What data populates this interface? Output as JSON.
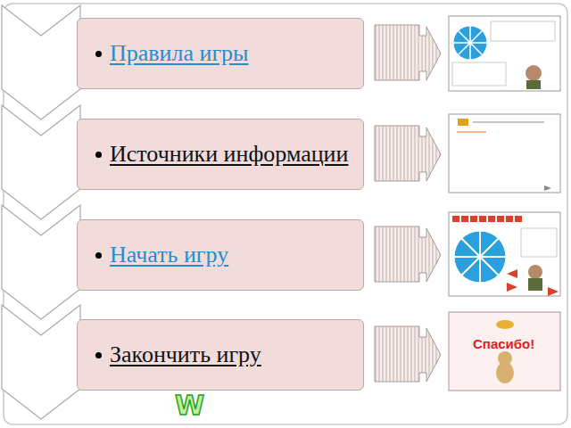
{
  "diagram": {
    "nodes": [
      {
        "text": [
          "Правила игры"
        ]
      },
      {
        "text": [
          "Источники информации"
        ]
      },
      {
        "text": [
          "Начать игру"
        ]
      },
      {
        "text": [
          "Закончить игру"
        ]
      }
    ],
    "labels": [
      "Спасибо!",
      "W"
    ]
  }
}
